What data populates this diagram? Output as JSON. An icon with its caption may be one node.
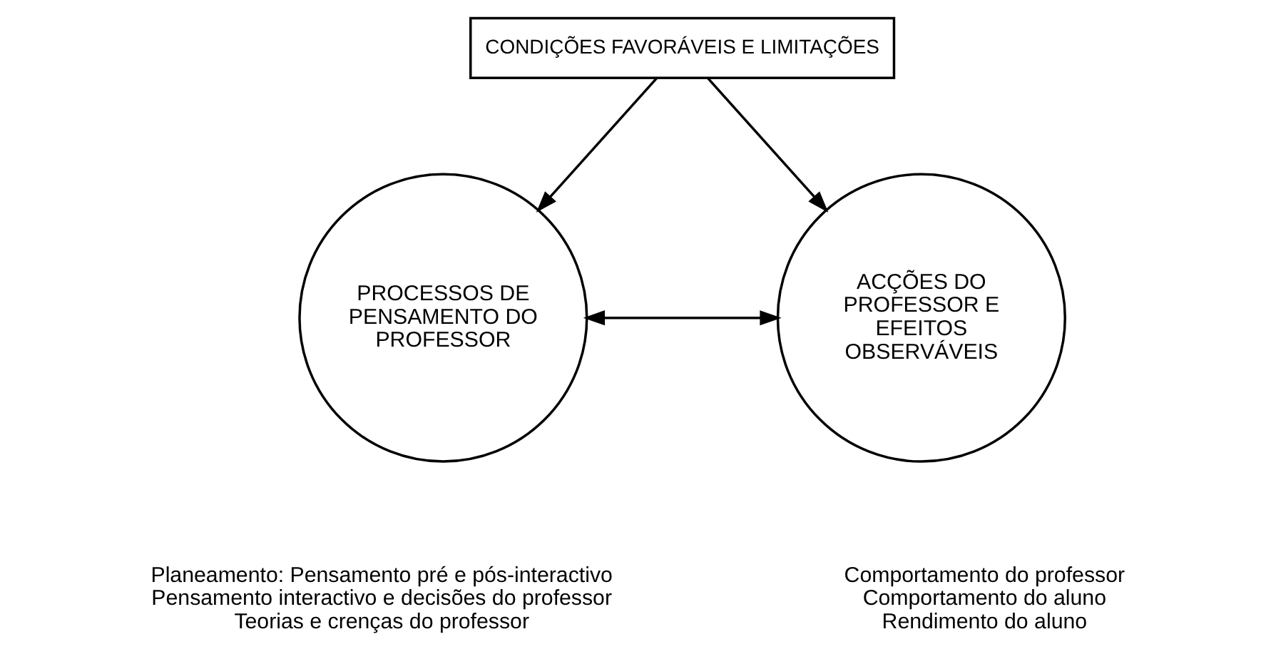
{
  "diagram": {
    "nodes": [
      {
        "text": [
          "CONDIÇÕES FAVORÁVEIS E LIMITAÇÕES"
        ]
      },
      {
        "text": [
          "PROCESSOS DE PENSAMENTO DO PROFESSOR"
        ],
        "beside": [
          "Planeamento: Pensamento pré e pós-interactivo",
          "Pensamento interactivo e decisões do professor",
          "Teorias e crenças do professor"
        ]
      },
      {
        "text": [
          "ACÇÕES DO PROFESSOR E EFEITOS OBSERVÁVEIS"
        ],
        "beside": [
          "Comportamento do professor",
          "Comportamento do aluno",
          "Rendimento do aluno"
        ]
      }
    ],
    "edges": [
      {
        "from": 0,
        "to": 1,
        "arrow": "to"
      },
      {
        "from": 0,
        "to": 2,
        "arrow": "to"
      },
      {
        "from": 1,
        "to": 2,
        "arrow": "both"
      }
    ]
  }
}
